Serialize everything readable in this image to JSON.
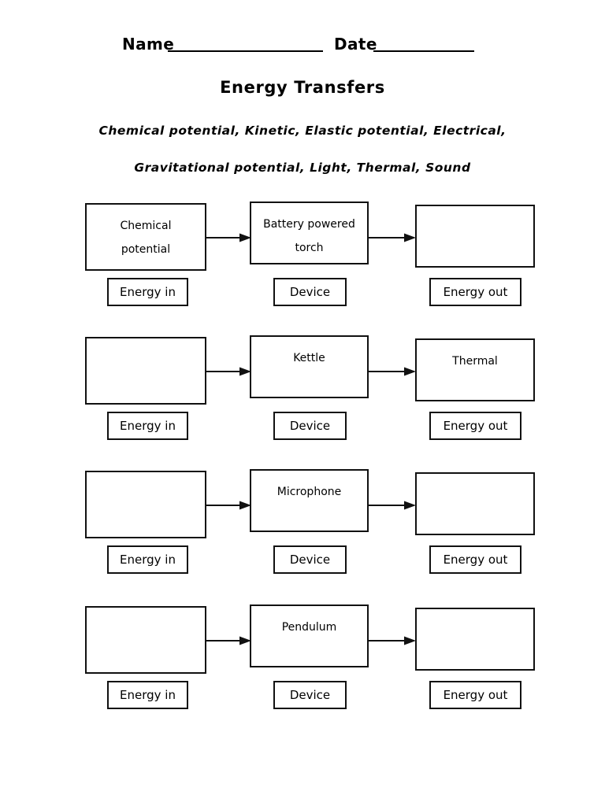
{
  "header": {
    "name_label": "Name",
    "date_label": "Date"
  },
  "title": "Energy Transfers",
  "wordbank": {
    "line1": "Chemical potential,  Kinetic,  Elastic potential,  Electrical,",
    "line2": "Gravitational potential,  Light,  Thermal,  Sound"
  },
  "column_labels": {
    "energy_in": "Energy in",
    "device": "Device",
    "energy_out": "Energy out"
  },
  "rows": [
    {
      "energy_in_line1": "Chemical",
      "energy_in_line2": "potential",
      "device_line1": "Battery powered",
      "device_line2": "torch",
      "energy_out_line1": "",
      "energy_out_line2": ""
    },
    {
      "energy_in_line1": "",
      "energy_in_line2": "",
      "device_line1": "Kettle",
      "device_line2": "",
      "energy_out_line1": "Thermal",
      "energy_out_line2": ""
    },
    {
      "energy_in_line1": "",
      "energy_in_line2": "",
      "device_line1": "Microphone",
      "device_line2": "",
      "energy_out_line1": "",
      "energy_out_line2": ""
    },
    {
      "energy_in_line1": "",
      "energy_in_line2": "",
      "device_line1": "Pendulum",
      "device_line2": "",
      "energy_out_line1": "",
      "energy_out_line2": ""
    }
  ],
  "colors": {
    "ink": "#111111",
    "paper": "#ffffff"
  }
}
